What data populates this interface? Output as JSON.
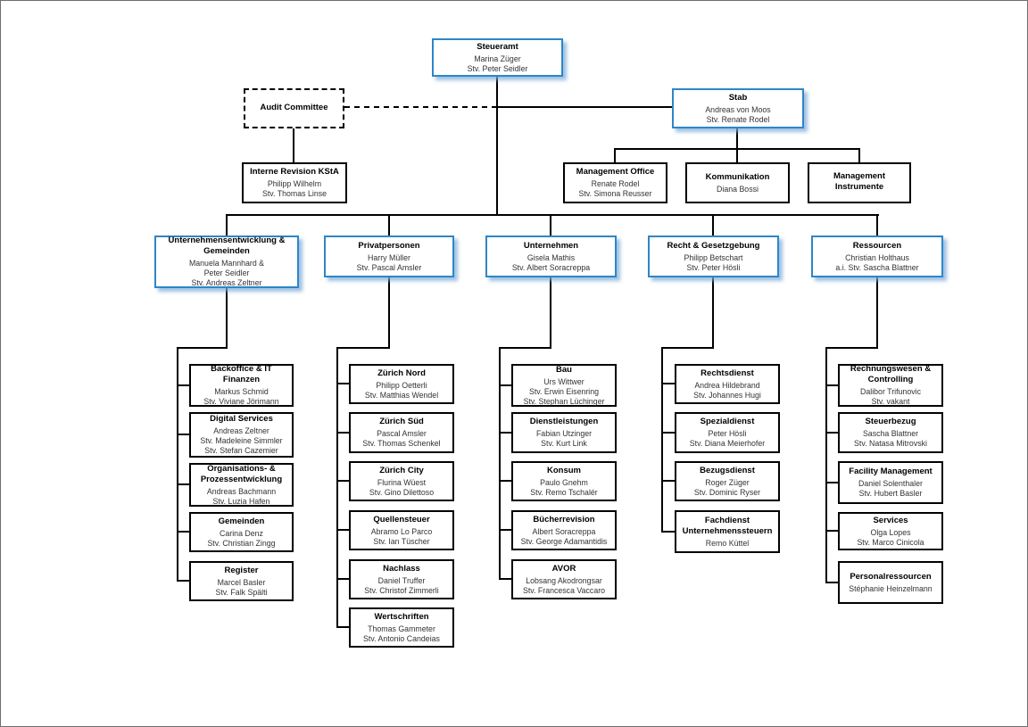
{
  "palette": {
    "accent_blue": "#2E86C8",
    "accent_shadow": "#9CC3E5",
    "box_border": "#000000",
    "line_color": "#000000",
    "background": "#FFFFFF"
  },
  "nodes": {
    "root": {
      "title": "Steueramt",
      "lines": [
        "Marina Züger",
        "Stv. Peter Seidler"
      ]
    },
    "audit_committee": {
      "title": "Audit Committee"
    },
    "stab": {
      "title": "Stab",
      "lines": [
        "Andreas von Moos",
        "Stv. Renate Rodel"
      ]
    },
    "interne_revision": {
      "title": "Interne Revision KStA",
      "lines": [
        "Philipp Wilhelm",
        "Stv. Thomas Linse"
      ]
    },
    "stab_children": [
      {
        "title": "Management Office",
        "lines": [
          "Renate Rodel",
          "Stv. Simona Reusser"
        ]
      },
      {
        "title": "Kommunikation",
        "lines": [
          "Diana Bossi"
        ]
      },
      {
        "title": "Management Instrumente",
        "lines": []
      }
    ],
    "divisions": [
      {
        "title": "Unternehmensentwicklung & Gemeinden",
        "lines": [
          "Manuela Mannhard &",
          "Peter Seidler",
          "Stv. Andreas Zeltner"
        ]
      },
      {
        "title": "Privatpersonen",
        "lines": [
          "Harry Müller",
          "Stv. Pascal Amsler"
        ]
      },
      {
        "title": "Unternehmen",
        "lines": [
          "Gisela Mathis",
          "Stv. Albert Soracreppa"
        ]
      },
      {
        "title": "Recht & Gesetzgebung",
        "lines": [
          "Philipp Betschart",
          "Stv. Peter Hösli"
        ]
      },
      {
        "title": "Ressourcen",
        "lines": [
          "Christian Holthaus",
          "a.i. Stv. Sascha Blattner"
        ]
      }
    ],
    "columns": [
      [
        {
          "title": "Backoffice & IT Finanzen",
          "lines": [
            "Markus Schmid",
            "Stv. Viviane Jörimann"
          ]
        },
        {
          "title": "Digital Services",
          "lines": [
            "Andreas Zeltner",
            "Stv. Madeleine Simmler",
            "Stv. Stefan Cazemier"
          ]
        },
        {
          "title": "Organisations- & Prozessentwicklung",
          "lines": [
            "Andreas Bachmann",
            "Stv. Luzia Hafen"
          ]
        },
        {
          "title": "Gemeinden",
          "lines": [
            "Carina Denz",
            "Stv. Christian Zingg"
          ]
        },
        {
          "title": "Register",
          "lines": [
            "Marcel Basler",
            "Stv. Falk Spälti"
          ]
        }
      ],
      [
        {
          "title": "Zürich Nord",
          "lines": [
            "Philipp Oetterli",
            "Stv. Matthias Wendel"
          ]
        },
        {
          "title": "Zürich Süd",
          "lines": [
            "Pascal Amsler",
            "Stv. Thomas Schenkel"
          ]
        },
        {
          "title": "Zürich City",
          "lines": [
            "Flurina Wüest",
            "Stv. Gino Dilettoso"
          ]
        },
        {
          "title": "Quellensteuer",
          "lines": [
            "Abramo Lo Parco",
            "Stv. Ian Tüscher"
          ]
        },
        {
          "title": "Nachlass",
          "lines": [
            "Daniel Truffer",
            "Stv. Christof Zimmerli"
          ]
        },
        {
          "title": "Wertschriften",
          "lines": [
            "Thomas Gammeter",
            "Stv. Antonio Candeias"
          ]
        }
      ],
      [
        {
          "title": "Bau",
          "lines": [
            "Urs Wittwer",
            "Stv. Erwin Eisenring",
            "Stv. Stephan Lüchinger"
          ]
        },
        {
          "title": "Dienstleistungen",
          "lines": [
            "Fabian Utzinger",
            "Stv. Kurt Link"
          ]
        },
        {
          "title": "Konsum",
          "lines": [
            "Paulo Gnehm",
            "Stv. Remo Tschalér"
          ]
        },
        {
          "title": "Bücherrevision",
          "lines": [
            "Albert Soracreppa",
            "Stv. George Adamantidis"
          ]
        },
        {
          "title": "AVOR",
          "lines": [
            "Lobsang Akodrongsar",
            "Stv. Francesca Vaccaro"
          ]
        }
      ],
      [
        {
          "title": "Rechtsdienst",
          "lines": [
            "Andrea Hildebrand",
            "Stv. Johannes Hugi"
          ]
        },
        {
          "title": "Spezialdienst",
          "lines": [
            "Peter Hösli",
            "Stv. Diana Meierhofer"
          ]
        },
        {
          "title": "Bezugsdienst",
          "lines": [
            "Roger Züger",
            "Stv. Dominic Ryser"
          ]
        },
        {
          "title": "Fachdienst Unternehmenssteuern",
          "lines": [
            "Remo Küttel"
          ]
        }
      ],
      [
        {
          "title": "Rechnungswesen & Controlling",
          "lines": [
            "Dalibor Trifunovic",
            "Stv. vakant"
          ]
        },
        {
          "title": "Steuerbezug",
          "lines": [
            "Sascha Blattner",
            "Stv. Natasa Mitrovski"
          ]
        },
        {
          "title": "Facility Management",
          "lines": [
            "Daniel Solenthaler",
            "Stv. Hubert Basler"
          ]
        },
        {
          "title": "Services",
          "lines": [
            "Olga Lopes",
            "Stv. Marco Cinicola"
          ]
        },
        {
          "title": "Personalressourcen",
          "lines": [
            "Stéphanie Heinzelmann"
          ]
        }
      ]
    ]
  }
}
